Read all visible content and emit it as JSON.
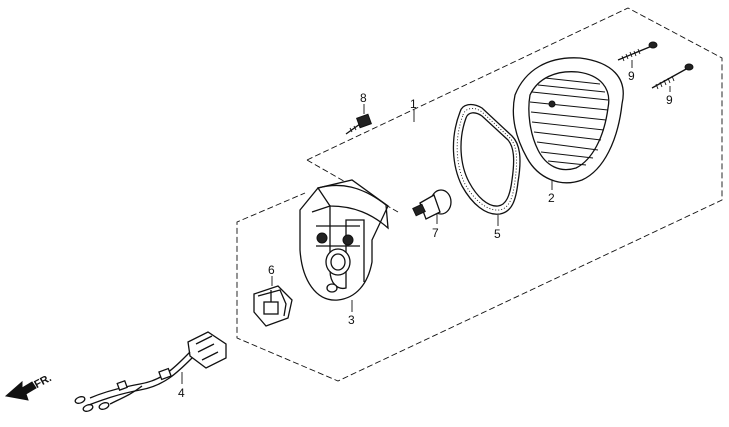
{
  "diagram": {
    "orientation_label": "FR.",
    "callouts": {
      "p1": "1",
      "p2": "2",
      "p3": "3",
      "p4": "4",
      "p5": "5",
      "p6": "6",
      "p7": "7",
      "p8": "8",
      "p9a": "9",
      "p9b": "9"
    },
    "parts": [
      "tail-light-assembly",
      "lens",
      "base",
      "wire-harness",
      "gasket",
      "bulb-socket",
      "bulb",
      "bolt",
      "screw"
    ]
  }
}
